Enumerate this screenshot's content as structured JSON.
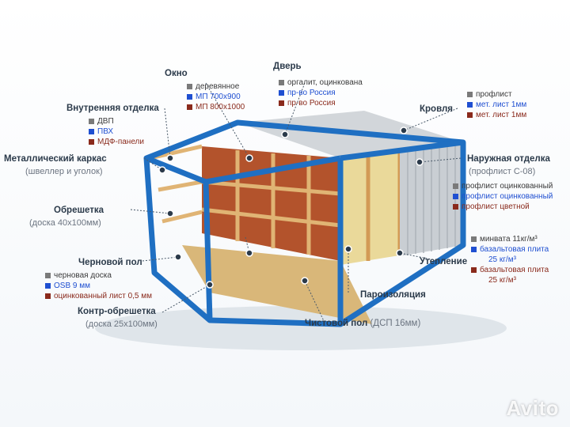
{
  "window": {
    "title": "Окно",
    "items": [
      "деревянное",
      "МП 700х900",
      "МП 800х1000"
    ]
  },
  "door": {
    "title": "Дверь",
    "items": [
      "оргалит, оцинкована",
      "пр-во Россия",
      "пр-во Россия"
    ]
  },
  "interior": {
    "title": "Внутренняя отделка",
    "items": [
      "ДВП",
      "ПВХ",
      "МДФ-панели"
    ]
  },
  "roof": {
    "title": "Кровля",
    "items": [
      "профлист",
      "мет. лист 1мм",
      "мет. лист 1мм"
    ]
  },
  "frame": {
    "title": "Металлический каркас",
    "subtitle": "(швеллер и уголок)"
  },
  "exterior": {
    "title": "Наружная отделка",
    "subtitle": "(профлист С-08)",
    "items": [
      "профлист оцинкованный",
      "профлист оцинкованный",
      "профлист цветной"
    ]
  },
  "lathing": {
    "title": "Обрешетка",
    "subtitle": "(доска 40х100мм)"
  },
  "subfloor": {
    "title": "Черновой пол",
    "items": [
      "черновая доска",
      "OSB 9 мм",
      "оцинкованный лист 0,5 мм"
    ]
  },
  "insulation": {
    "title": "Утепление",
    "items": [
      "минвата 11кг/м³",
      "базальтовая плита",
      "25 кг/м³",
      "базальтовая плита",
      "25 кг/м³"
    ]
  },
  "vapor": {
    "title": "Пароизоляция"
  },
  "counter_lathing": {
    "title": "Контр-обрешетка",
    "subtitle": "(доска 25х100мм)"
  },
  "finish_floor": {
    "title": "Чистовой пол",
    "subtitle": "(ДСП 16мм)"
  },
  "watermark": "Avito",
  "colors": {
    "frame_blue": "#1f6fc2",
    "marker_gray": "#7a7a7a",
    "marker_blue": "#1f4fd1",
    "marker_red": "#8a2a1c"
  }
}
